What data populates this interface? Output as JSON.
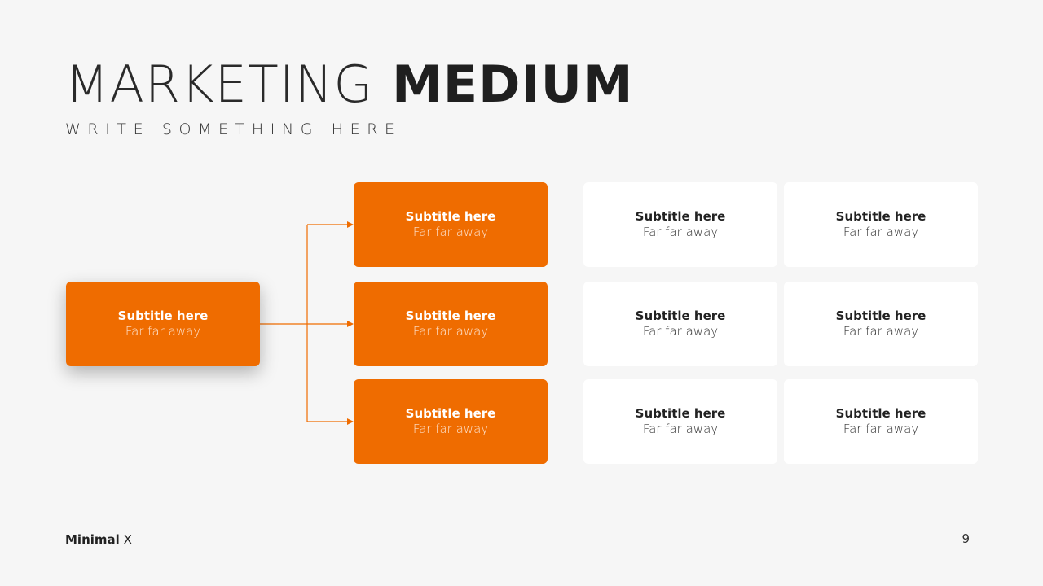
{
  "slide": {
    "title_light": "MARKETING",
    "title_bold": "MEDIUM",
    "subtitle": "WRITE SOMETHING HERE",
    "accent_color": "#ef6c00",
    "background_color": "#f6f6f6"
  },
  "root": {
    "title": "Subtitle here",
    "subtitle": "Far far away"
  },
  "branches": [
    {
      "title": "Subtitle here",
      "subtitle": "Far far away",
      "details": [
        {
          "title": "Subtitle here",
          "subtitle": "Far far away"
        },
        {
          "title": "Subtitle here",
          "subtitle": "Far far away"
        }
      ]
    },
    {
      "title": "Subtitle here",
      "subtitle": "Far far away",
      "details": [
        {
          "title": "Subtitle here",
          "subtitle": "Far far away"
        },
        {
          "title": "Subtitle here",
          "subtitle": "Far far away"
        }
      ]
    },
    {
      "title": "Subtitle here",
      "subtitle": "Far far away",
      "details": [
        {
          "title": "Subtitle here",
          "subtitle": "Far far away"
        },
        {
          "title": "Subtitle here",
          "subtitle": "Far far away"
        }
      ]
    }
  ],
  "footer": {
    "brand_bold": "Minimal",
    "brand_light": "X",
    "page_number": "9"
  }
}
